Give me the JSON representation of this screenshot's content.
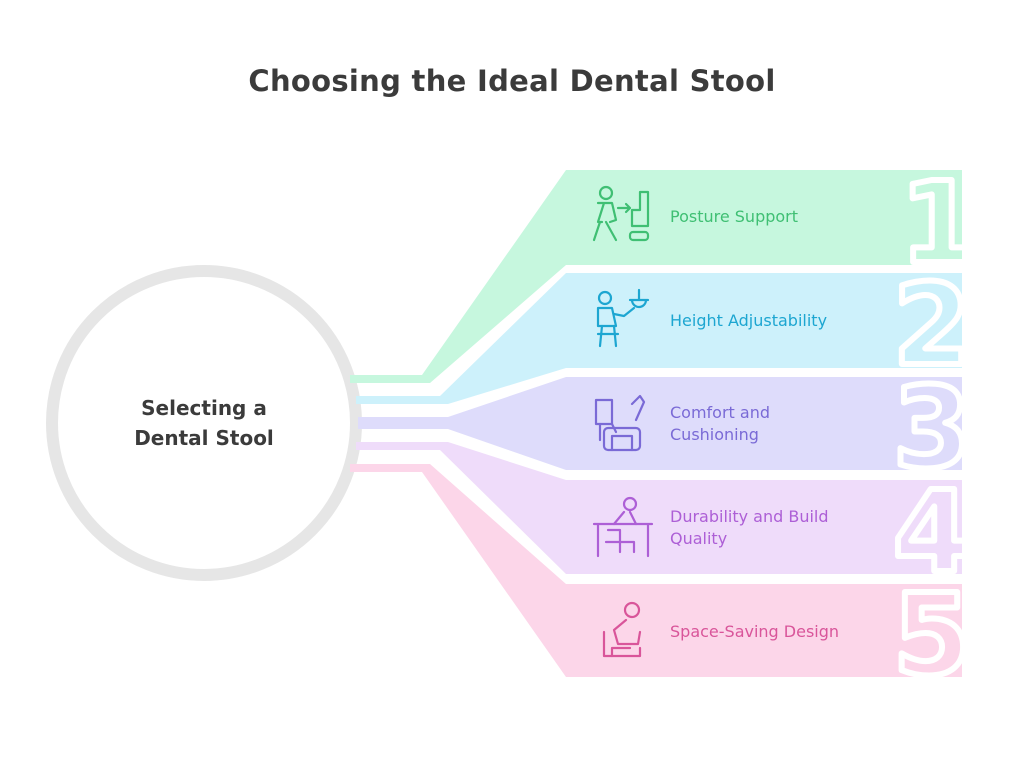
{
  "title": "Choosing the Ideal Dental Stool",
  "hub": {
    "line1": "Selecting a",
    "line2": "Dental Stool"
  },
  "items": [
    {
      "number": "1",
      "line1": "Posture Support",
      "line2": "",
      "icon": "posture-icon",
      "color": "#3fbf73",
      "fill": "#c6f7de"
    },
    {
      "number": "2",
      "line1": "Height Adjustability",
      "line2": "",
      "icon": "height-adjust-icon",
      "color": "#1da6d1",
      "fill": "#cdf1fb"
    },
    {
      "number": "3",
      "line1": "Comfort and",
      "line2": "Cushioning",
      "icon": "comfort-chair-icon",
      "color": "#7a6ad6",
      "fill": "#dedcfb"
    },
    {
      "number": "4",
      "line1": "Durability and Build",
      "line2": "Quality",
      "icon": "durability-icon",
      "color": "#ad5fd6",
      "fill": "#efdcfa"
    },
    {
      "number": "5",
      "line1": "Space-Saving Design",
      "line2": "",
      "icon": "space-saving-icon",
      "color": "#d9559a",
      "fill": "#fcd6e9"
    }
  ]
}
